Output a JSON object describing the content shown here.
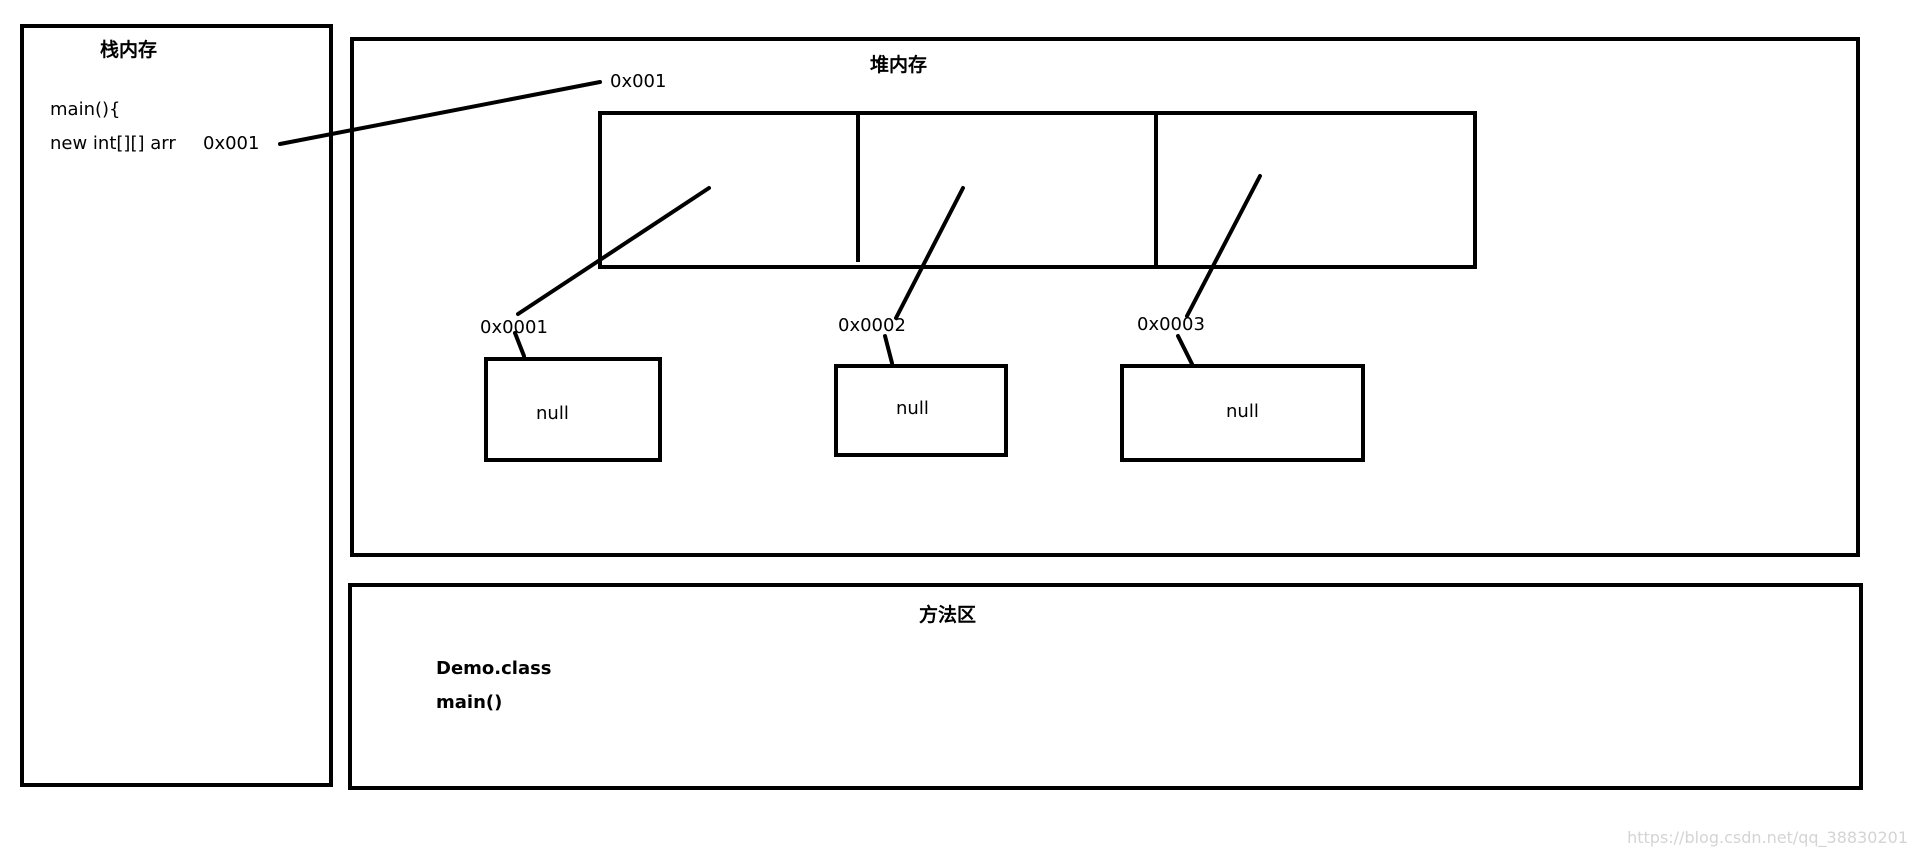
{
  "stack": {
    "title": "栈内存",
    "line1": "main(){",
    "line2": "new int[][] arr",
    "ref_address": "0x001"
  },
  "heap": {
    "title": "堆内存",
    "outer_array_address": "0x001",
    "inner_arrays": [
      {
        "address": "0x0001",
        "value": "null"
      },
      {
        "address": "0x0002",
        "value": "null"
      },
      {
        "address": "0x0003",
        "value": "null"
      }
    ]
  },
  "method_area": {
    "title": "方法区",
    "class_name": "Demo.class",
    "method": "main()"
  },
  "watermark": "https://blog.csdn.net/qq_38830201",
  "colors": {
    "stroke": "#000000",
    "background": "#ffffff",
    "watermark": "#d4d4d4"
  }
}
